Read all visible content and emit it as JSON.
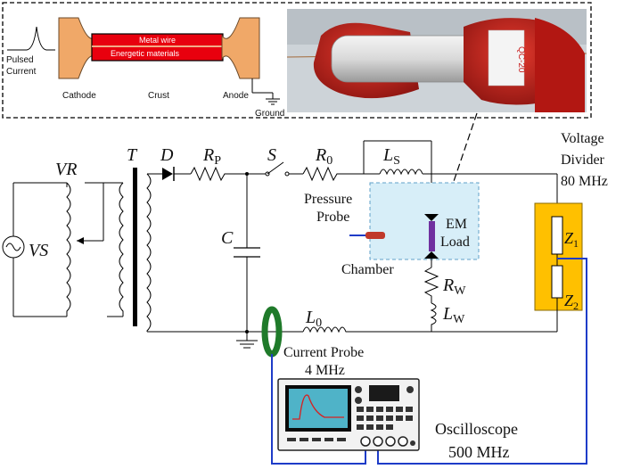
{
  "inset": {
    "pulsed_current": [
      "Pulsed",
      "Current"
    ],
    "cathode": "Cathode",
    "anode": "Anode",
    "crust": "Crust",
    "ground": "Ground",
    "metal_wire": "Metal wire",
    "energetic_materials": "Energetic materials",
    "tube_writing": "QC-20"
  },
  "circuit": {
    "vs": "VS",
    "vr": "VR",
    "t": "T",
    "d": "D",
    "rp": "R",
    "rp_sub": "P",
    "s": "S",
    "r0": "R",
    "r0_sub": "0",
    "ls": "L",
    "ls_sub": "S",
    "c": "C",
    "l0": "L",
    "l0_sub": "0",
    "rw": "R",
    "rw_sub": "W",
    "lw": "L",
    "lw_sub": "W",
    "z1": "Z",
    "z1_sub": "1",
    "z2": "Z",
    "z2_sub": "2",
    "em_load": [
      "EM",
      "Load"
    ],
    "pressure_probe": [
      "Pressure",
      "Probe"
    ],
    "chamber": "Chamber",
    "voltage_divider": [
      "Voltage",
      "Divider",
      "80 MHz"
    ],
    "current_probe": [
      "Current Probe",
      "4 MHz"
    ],
    "oscilloscope": [
      "Oscilloscope",
      "500 MHz"
    ]
  },
  "colors": {
    "electrode": "#f0a868",
    "crust": "#e8000e",
    "chamber": "#d7eef8",
    "load": "#7030a0",
    "divider": "#ffc000",
    "probe_ring": "#1f7a2a",
    "cable": "#1e3cc8"
  }
}
